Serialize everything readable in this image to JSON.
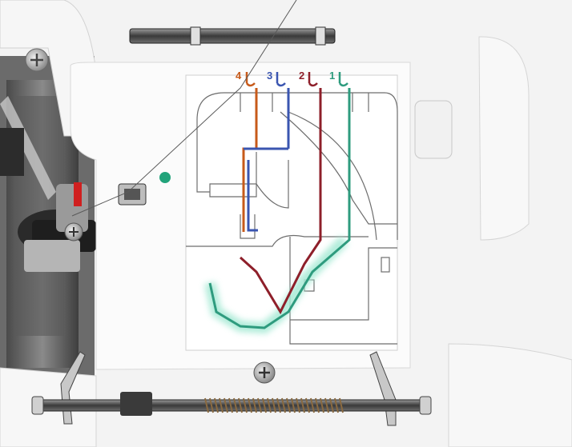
{
  "threads": [
    {
      "number": "4",
      "color": "#c75a1a"
    },
    {
      "number": "3",
      "color": "#3a55b0"
    },
    {
      "number": "2",
      "color": "#8e1f2a"
    },
    {
      "number": "1",
      "color": "#2e9b7e"
    }
  ],
  "colors": {
    "body": "#f5f5f5",
    "panel": "#fafafa",
    "metal": "#6f6f6f",
    "dark_metal": "#3b3b3b",
    "diagram_line": "#6a6a6a",
    "green_glow": "#a8ead6"
  }
}
